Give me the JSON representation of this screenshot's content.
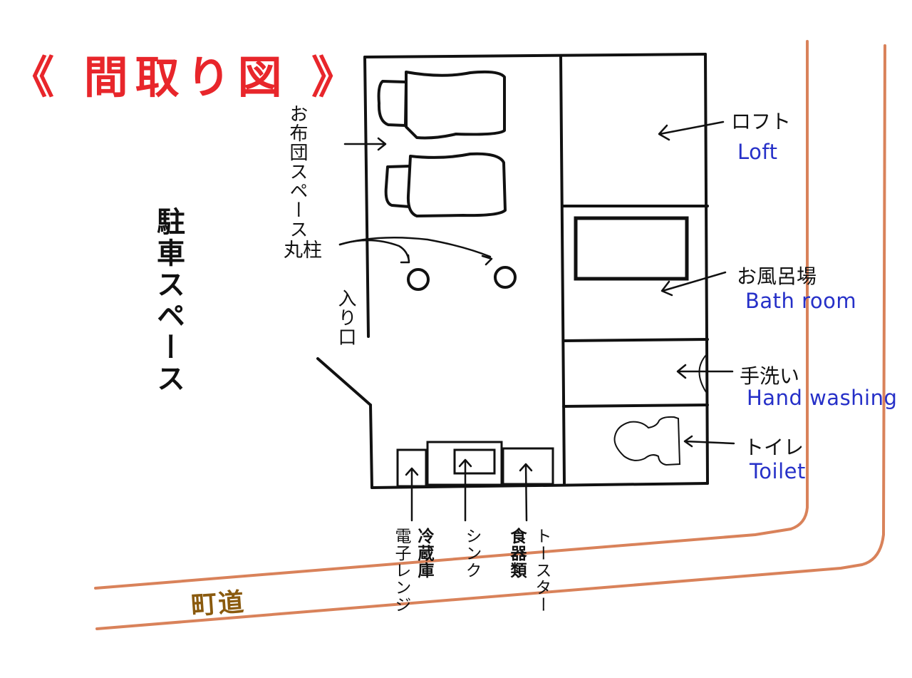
{
  "title": "《 間取り図 》",
  "colors": {
    "title": "#e8262b",
    "wall": "#111111",
    "road": "#d9825a",
    "english_label": "#2630c8",
    "road_label": "#8a5a0e"
  },
  "labels": {
    "parking": "駐車スペース",
    "futon_space": "お布団スペース",
    "pillars": "丸柱",
    "entrance": "入り口",
    "loft_jp": "ロフト",
    "loft_en": "Loft",
    "bath_jp": "お風呂場",
    "bath_en": "Bath room",
    "handwash_jp": "手洗い",
    "handwash_en": "Hand washing",
    "toilet_jp": "トイレ",
    "toilet_en": "Toilet",
    "microwave": "電子レンジ",
    "fridge": "冷蔵庫",
    "sink": "シンク",
    "dishes": "食器類",
    "toaster": "トースター",
    "road": "町道"
  },
  "rooms": [
    {
      "name": "Futon space / main room",
      "items": [
        "futon",
        "futon",
        "round pillar",
        "round pillar"
      ]
    },
    {
      "name": "Loft"
    },
    {
      "name": "Bath room",
      "items": [
        "bathtub"
      ]
    },
    {
      "name": "Hand washing",
      "items": [
        "wash basin"
      ]
    },
    {
      "name": "Toilet",
      "items": [
        "toilet"
      ]
    },
    {
      "name": "Kitchen counter",
      "items": [
        "microwave",
        "fridge",
        "sink",
        "dishes",
        "toaster"
      ]
    }
  ]
}
